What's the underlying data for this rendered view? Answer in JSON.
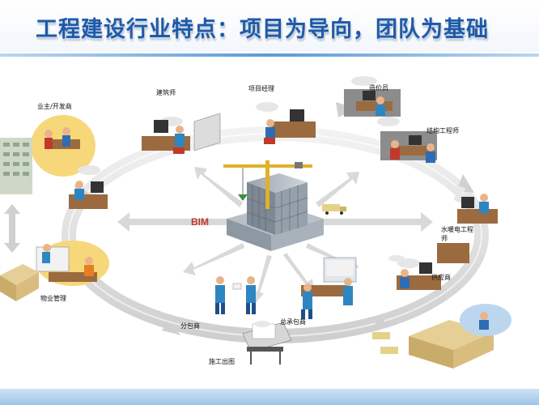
{
  "slide": {
    "title": "工程建设行业特点：项目为导向，团队为基础",
    "center_label": "BIM",
    "roles": {
      "owner": "业主/开发商",
      "architect": "建筑师",
      "project_manager": "项目经理",
      "cost_engineer": "造价员",
      "structural_engineer": "结构工程师",
      "mep_engineer_line1": "水暖电工程",
      "mep_engineer_line2": "师",
      "supplier": "供应商",
      "general_contractor": "总承包商",
      "subcontractor": "分包商",
      "construction_drawing": "施工出图",
      "property_management": "物业管理"
    }
  },
  "colors": {
    "title": "#1f5aa8",
    "ring": "#dcdcdc",
    "arrow": "#d9d9d9",
    "bim": "#c0392b",
    "footer": "#9cc3e8"
  }
}
